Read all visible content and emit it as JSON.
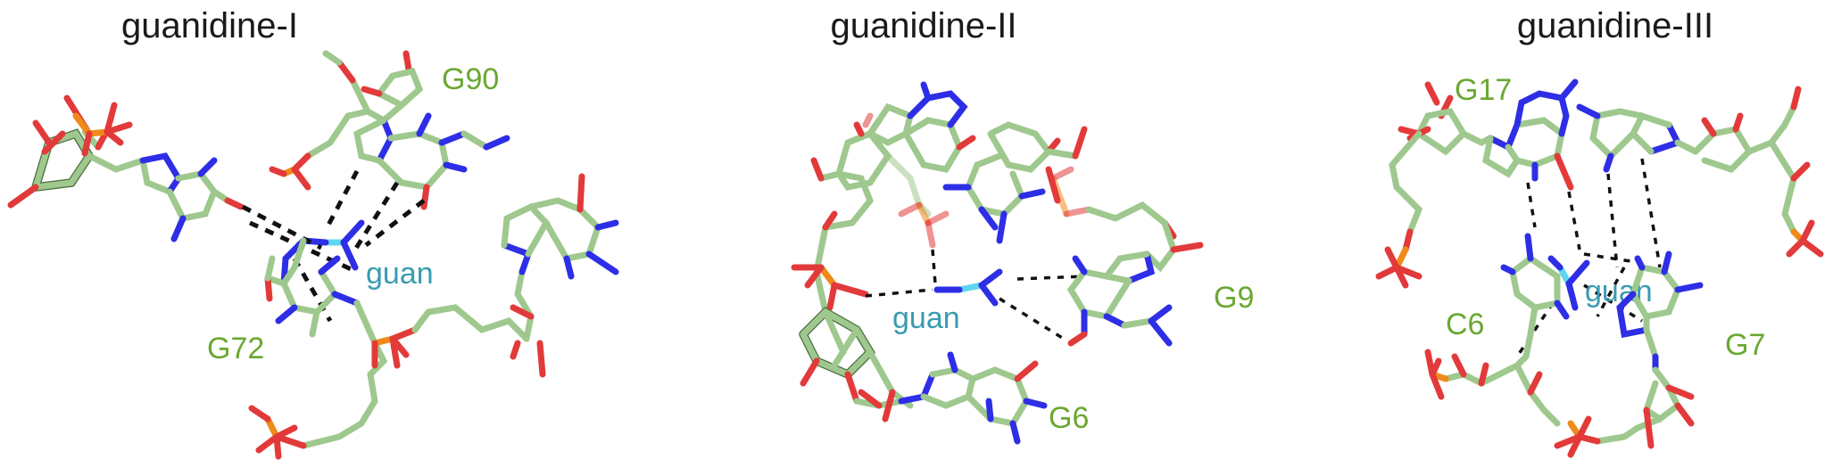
{
  "panels": [
    {
      "title": "guanidine-I",
      "residues": [
        "G90",
        "G72"
      ],
      "ligand": "guan"
    },
    {
      "title": "guanidine-II",
      "residues": [
        "G9",
        "G6"
      ],
      "ligand": "guan"
    },
    {
      "title": "guanidine-III",
      "residues": [
        "G17",
        "C6",
        "G7"
      ],
      "ligand": "guan"
    }
  ],
  "colors": {
    "carbon": "#9fc88e",
    "nitrogen": "#2e2ee6",
    "oxygen": "#e23a3a",
    "phosphorus": "#f08a1a",
    "ligand": "#5fd6ee",
    "residue_label": "#6aa832",
    "ligand_label": "#3a9bb0",
    "hbond": "#111111"
  }
}
